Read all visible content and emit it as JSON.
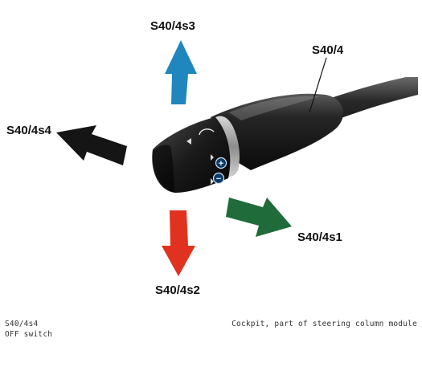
{
  "labels": {
    "main_switch": "S40/4",
    "up": "S40/4s3",
    "left": "S40/4s4",
    "right": "S40/4s1",
    "down": "S40/4s2"
  },
  "captions": {
    "left_line1": "S40/4s4",
    "left_line2": "OFF switch",
    "right": "Cockpit, part of steering column module"
  },
  "colors": {
    "arrow_up": "#1f87bd",
    "arrow_left": "#151515",
    "arrow_right": "#1f6b3a",
    "arrow_down": "#e0321f",
    "lever_body": "#1b1b1b"
  },
  "icons": {
    "plus": "+",
    "minus": "−"
  }
}
